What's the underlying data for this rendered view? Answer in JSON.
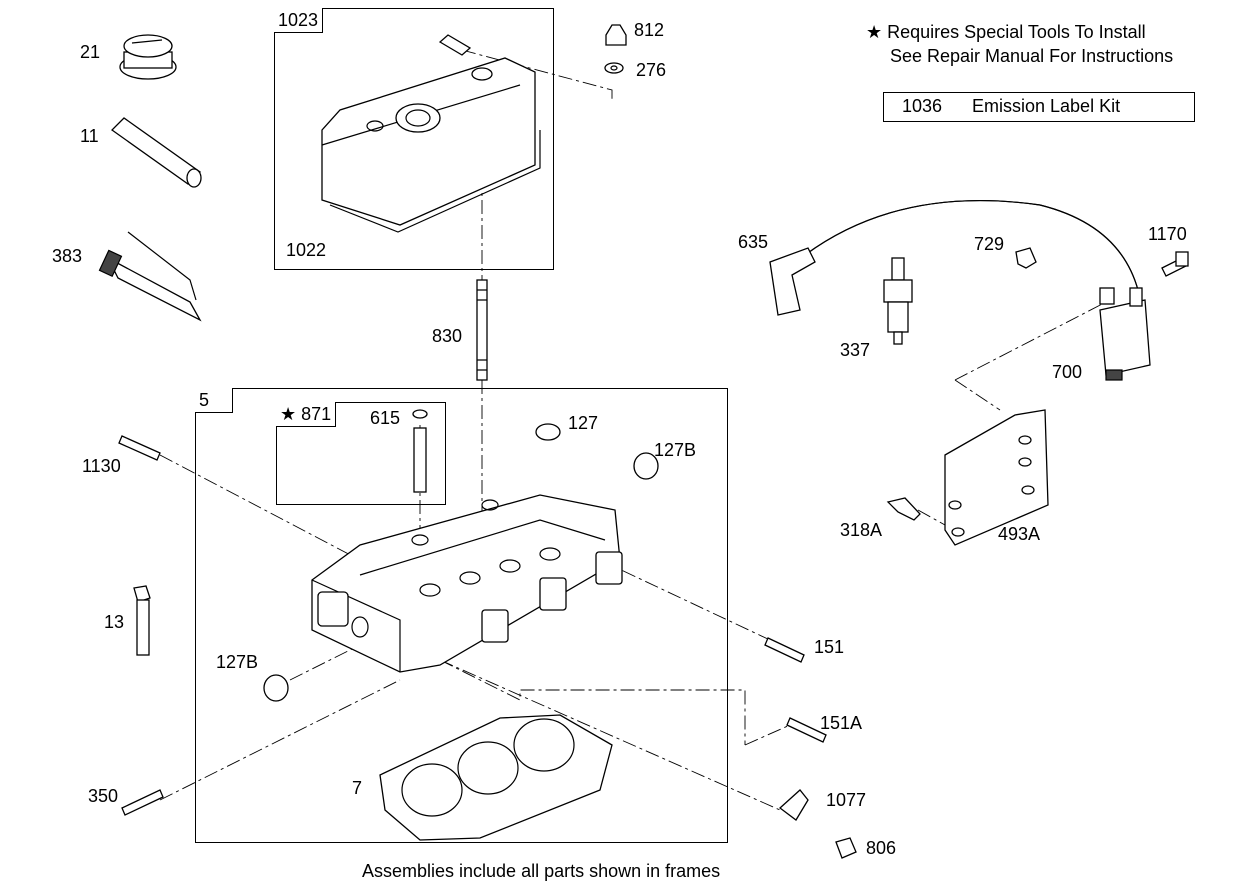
{
  "notes": {
    "star_line1": "★ Requires Special Tools To Install",
    "star_line2": "See Repair Manual For Instructions"
  },
  "kit": {
    "number": "1036",
    "label": "Emission Label Kit"
  },
  "frames": {
    "rocker_cover": "1023",
    "cylinder_head": "5",
    "valve_guide": "★ 871"
  },
  "parts": {
    "p21": "21",
    "p11": "11",
    "p383": "383",
    "p1022": "1022",
    "p812": "812",
    "p276": "276",
    "p830": "830",
    "p635": "635",
    "p729": "729",
    "p1170": "1170",
    "p337": "337",
    "p700": "700",
    "p615": "615",
    "p127": "127",
    "p127B_top": "127B",
    "p1130": "1130",
    "p318A": "318A",
    "p493A": "493A",
    "p13": "13",
    "p151": "151",
    "p127B_left": "127B",
    "p151A": "151A",
    "p350": "350",
    "p7": "7",
    "p1077": "1077",
    "p806": "806"
  },
  "footer": "Assemblies include all parts shown in frames"
}
